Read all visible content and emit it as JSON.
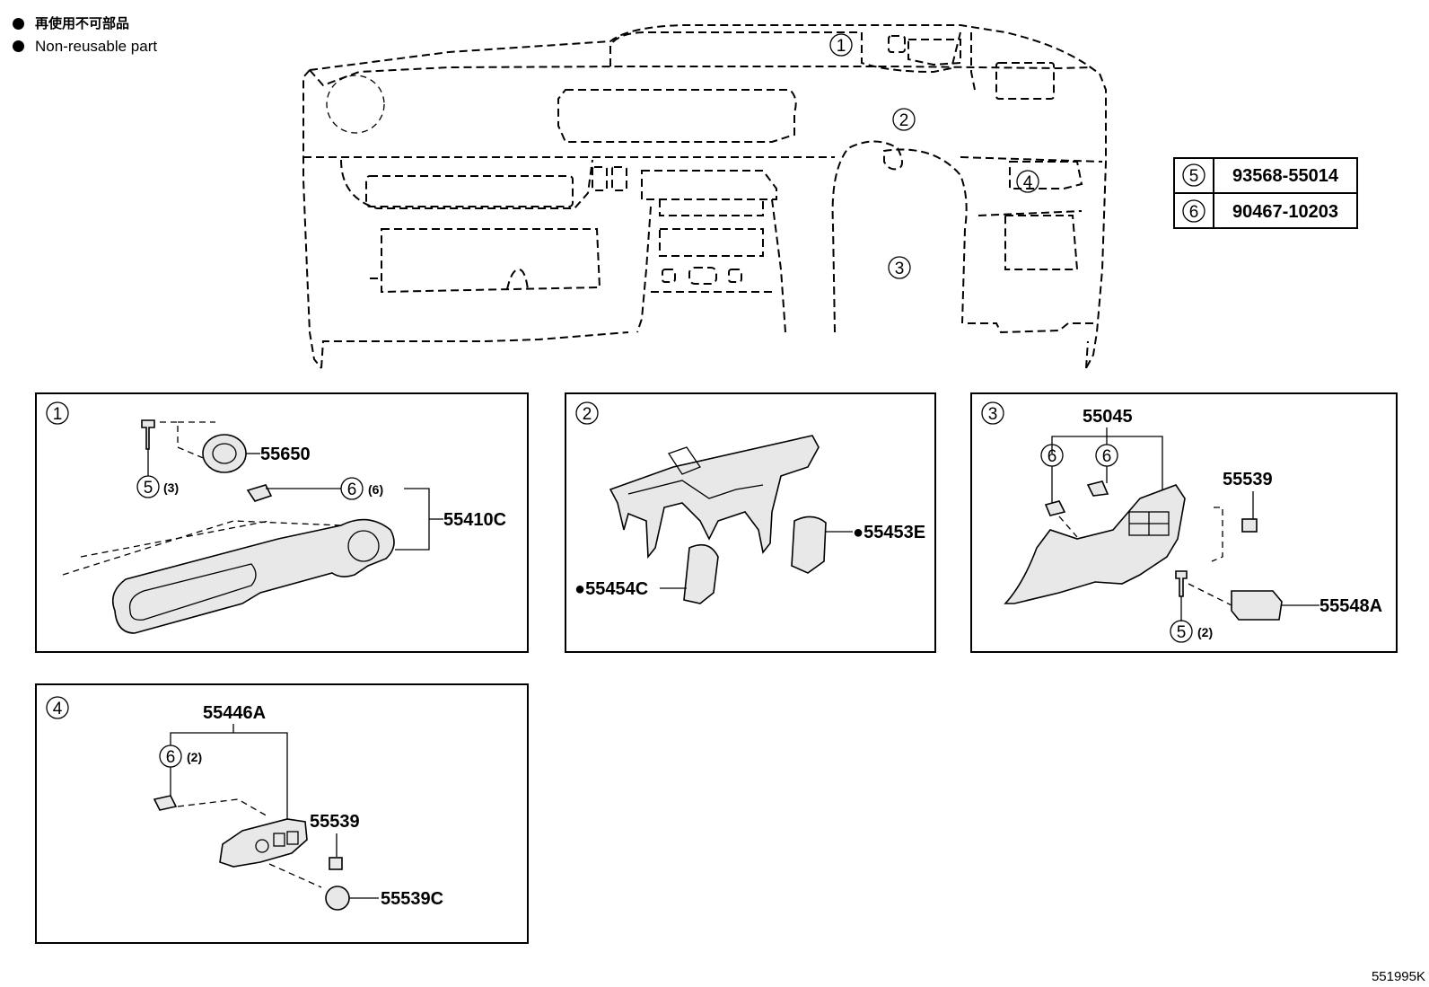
{
  "legend": {
    "japanese": "再使用不可部品",
    "english": "Non-reusable part"
  },
  "overview_callouts": [
    "1",
    "2",
    "3",
    "4"
  ],
  "fastener_table": [
    {
      "ref": "5",
      "part_no": "93568-55014"
    },
    {
      "ref": "6",
      "part_no": "90467-10203"
    }
  ],
  "panels": {
    "p1": {
      "number": "1",
      "parts": {
        "a": "55650",
        "b": "55410C"
      },
      "refs": {
        "r5": "5",
        "r5q": "(3)",
        "r6": "6",
        "r6q": "(6)"
      }
    },
    "p2": {
      "number": "2",
      "parts": {
        "a": "●55453E",
        "b": "●55454C"
      }
    },
    "p3": {
      "number": "3",
      "parts": {
        "a": "55045",
        "b": "55539",
        "c": "55548A"
      },
      "refs": {
        "r6a": "6",
        "r6b": "6",
        "r5": "5",
        "r5q": "(2)"
      }
    },
    "p4": {
      "number": "4",
      "parts": {
        "a": "55446A",
        "b": "55539",
        "c": "55539C"
      },
      "refs": {
        "r6": "6",
        "r6q": "(2)"
      }
    }
  },
  "illustration_id": "551995K"
}
